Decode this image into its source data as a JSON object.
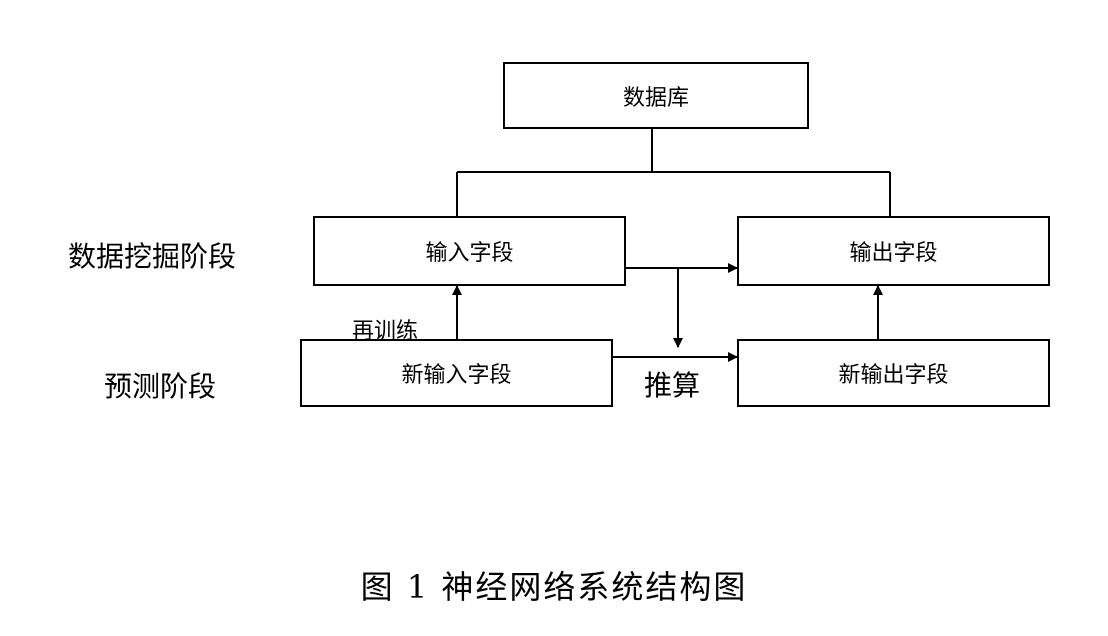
{
  "diagram": {
    "database": "数据库",
    "input_field": "输入字段",
    "output_field": "输出字段",
    "new_input_field": "新输入字段",
    "new_output_field": "新输出字段",
    "stage_mining": "数据挖掘阶段",
    "stage_predict": "预测阶段",
    "retrain": "再训练",
    "infer": "推算"
  },
  "caption": "图 1  神经网络系统结构图"
}
